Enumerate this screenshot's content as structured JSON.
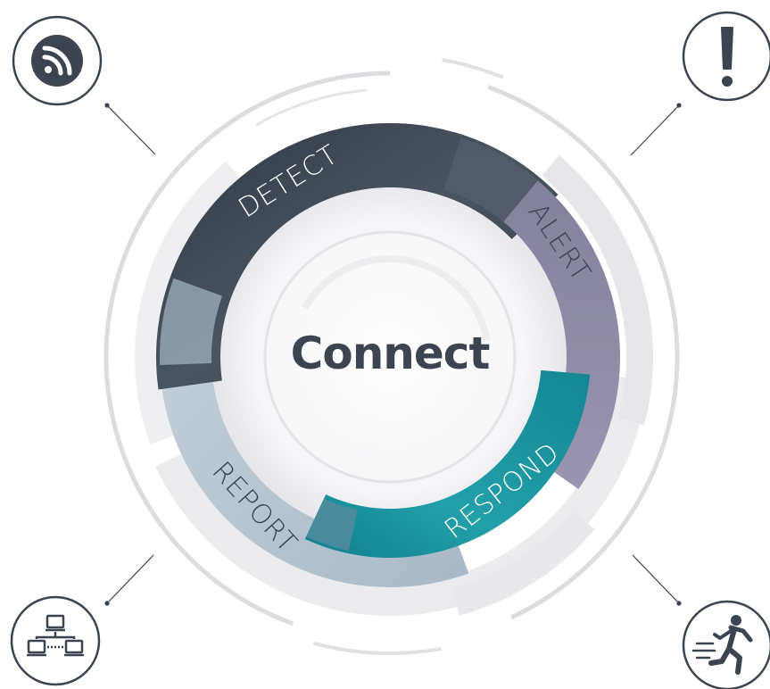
{
  "center": {
    "title": "Connect"
  },
  "segments": [
    {
      "id": "detect",
      "label": "DETECT"
    },
    {
      "id": "alert",
      "label": "ALERT"
    },
    {
      "id": "respond",
      "label": "RESPOND"
    },
    {
      "id": "report",
      "label": "REPORT"
    }
  ],
  "icons": {
    "top_left": "rss-feed-icon",
    "top_right": "exclamation-icon",
    "bottom_left": "network-computers-icon",
    "bottom_right": "running-person-icon"
  },
  "colors": {
    "detect": "#3c4654",
    "alert": "#8e8aa6",
    "respond": "#1a8f9a",
    "report": "#b7c5d1",
    "text_dark": "#3b4450",
    "ring_light": "#ececef"
  }
}
